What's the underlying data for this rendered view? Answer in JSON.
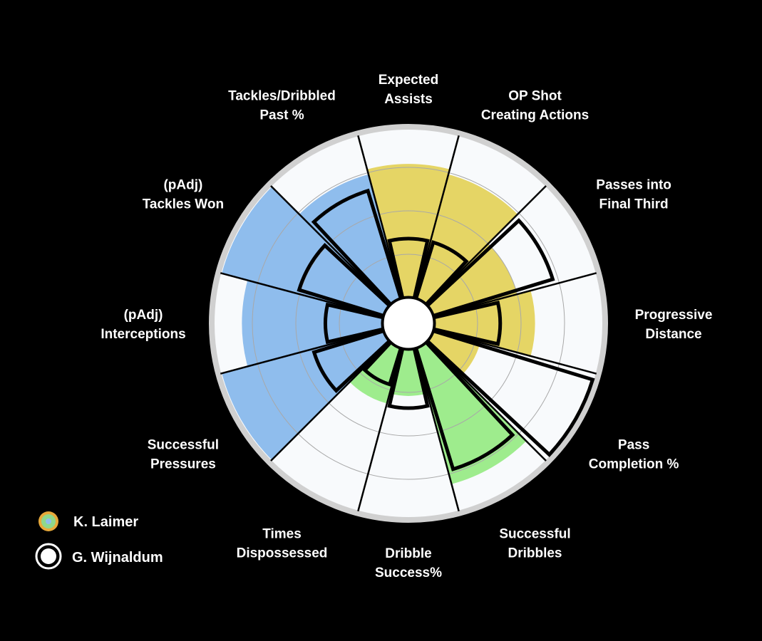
{
  "chart_data": {
    "type": "polar-bar",
    "title": "",
    "range": [
      0,
      100
    ],
    "gridlines": [
      25,
      50,
      75
    ],
    "categories": [
      [
        "Expected",
        "Assists"
      ],
      [
        "OP Shot",
        "Creating Actions"
      ],
      [
        "Passes into",
        "Final Third"
      ],
      [
        "Progressive",
        "Distance"
      ],
      [
        "Pass",
        "Completion %"
      ],
      [
        "Successful",
        "Dribbles"
      ],
      [
        "Dribble",
        "Success%"
      ],
      [
        "Times",
        "Dispossessed"
      ],
      [
        "Successful",
        "Pressures"
      ],
      [
        "(pAdj)",
        "Interceptions"
      ],
      [
        "(pAdj)",
        "Tackles Won"
      ],
      [
        "Tackles/Dribbled",
        "Past %"
      ]
    ],
    "category_colors": [
      "#e5d565",
      "#e5d565",
      "#e5d565",
      "#e5d565",
      "#e5d565",
      "#9eec8d",
      "#9eec8d",
      "#9eec8d",
      "#8fbded",
      "#8fbded",
      "#8fbded",
      "#8fbded"
    ],
    "series": [
      {
        "name": "K. Laimer",
        "style": "filled",
        "values": [
          77,
          74,
          50,
          58,
          28,
          81,
          27,
          33,
          98,
          81,
          98,
          74
        ]
      },
      {
        "name": "G. Wijnaldum",
        "style": "outline",
        "values": [
          34,
          34,
          72,
          38,
          96,
          73,
          34,
          22,
          42,
          33,
          51,
          65
        ]
      }
    ],
    "legend": [
      {
        "label": "K. Laimer",
        "colors": [
          "#e8a93a",
          "#8fd88a",
          "#8fbded"
        ]
      },
      {
        "label": "G. Wijnaldum",
        "colors": [
          "#ffffff"
        ]
      }
    ],
    "legend_position": "bottom-left"
  }
}
